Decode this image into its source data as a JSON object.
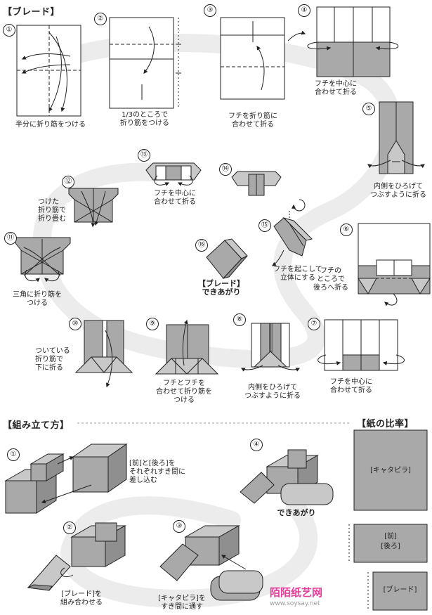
{
  "sections": {
    "blade": "【ブレード】",
    "assembly": "【組み立て方】",
    "ratio": "【紙の比率】"
  },
  "blade_steps": [
    {
      "num": "①",
      "caption": "半分に折り筋をつける"
    },
    {
      "num": "②",
      "caption": "1/3のところで\n折り筋をつける"
    },
    {
      "num": "③",
      "caption": "フチを折り筋に\n合わせて折る"
    },
    {
      "num": "④",
      "caption": "フチを中心に\n合わせて折る"
    },
    {
      "num": "⑤",
      "caption": "内側をひろげて\nつぶすように折る"
    },
    {
      "num": "⑥",
      "caption": "フチの\nところで\n後ろへ折る"
    },
    {
      "num": "⑦",
      "caption": "フチを中心に\n合わせて折る"
    },
    {
      "num": "⑧",
      "caption": "内側をひろげて\nつぶすように折る"
    },
    {
      "num": "⑨",
      "caption": "フチとフチを\n合わせて折り筋を\nつける"
    },
    {
      "num": "⑩",
      "caption": "ついている\n折り筋で\n下に折る"
    },
    {
      "num": "⑪",
      "caption": "三角に折り筋を\nつける"
    },
    {
      "num": "⑫",
      "caption": "つけた\n折り筋で\n折り畳む"
    },
    {
      "num": "⑬",
      "caption": "フチを中心に\n合わせて折る"
    },
    {
      "num": "⑭",
      "caption": ""
    },
    {
      "num": "⑮",
      "caption": "フチを起こして\n立体にする"
    },
    {
      "num": "⑯",
      "caption": "【ブレード】\nできあがり"
    }
  ],
  "assembly_steps": [
    {
      "num": "①",
      "caption": "[前]と[後ろ]を\nそれぞれすき間に\n差し込む"
    },
    {
      "num": "②",
      "caption": "[ブレード]を\n組み合わせる"
    },
    {
      "num": "③",
      "caption": "[キャタピラ]を\nすき間に通す"
    },
    {
      "num": "④",
      "caption": "できあがり"
    }
  ],
  "ratio_labels": {
    "caterpillar": "[キャタピラ]",
    "front": "[前]",
    "back": "[後ろ]",
    "blade": "[ブレード]"
  },
  "watermark": {
    "brand": "陌陌纸艺网",
    "url": "www.soysay.net"
  },
  "colors": {
    "paper_gray": "#a9a9a9",
    "paper_white": "#ffffff",
    "line": "#222222",
    "swirl": "#ececec",
    "watermark_pink": "#e0409a"
  }
}
